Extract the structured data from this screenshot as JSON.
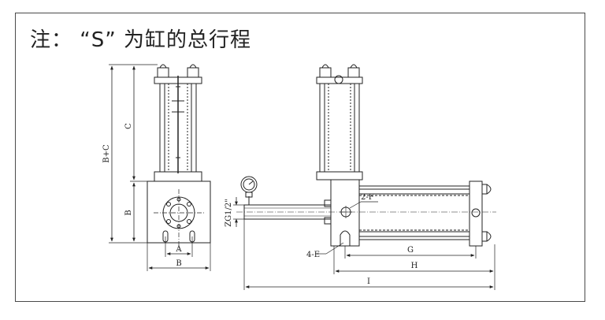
{
  "note": "注： “S” 为缸的总行程",
  "front_view": {
    "dim_c": "C",
    "dim_b_plus_c": "B+C",
    "dim_b_vertical": "B",
    "dim_a": "A",
    "dim_b_horizontal": "B"
  },
  "side_view": {
    "port": "ZG1/2\"",
    "callout_2f": "2-F",
    "callout_4e": "4-E",
    "dim_g": "G",
    "dim_h": "H",
    "dim_i": "I"
  }
}
